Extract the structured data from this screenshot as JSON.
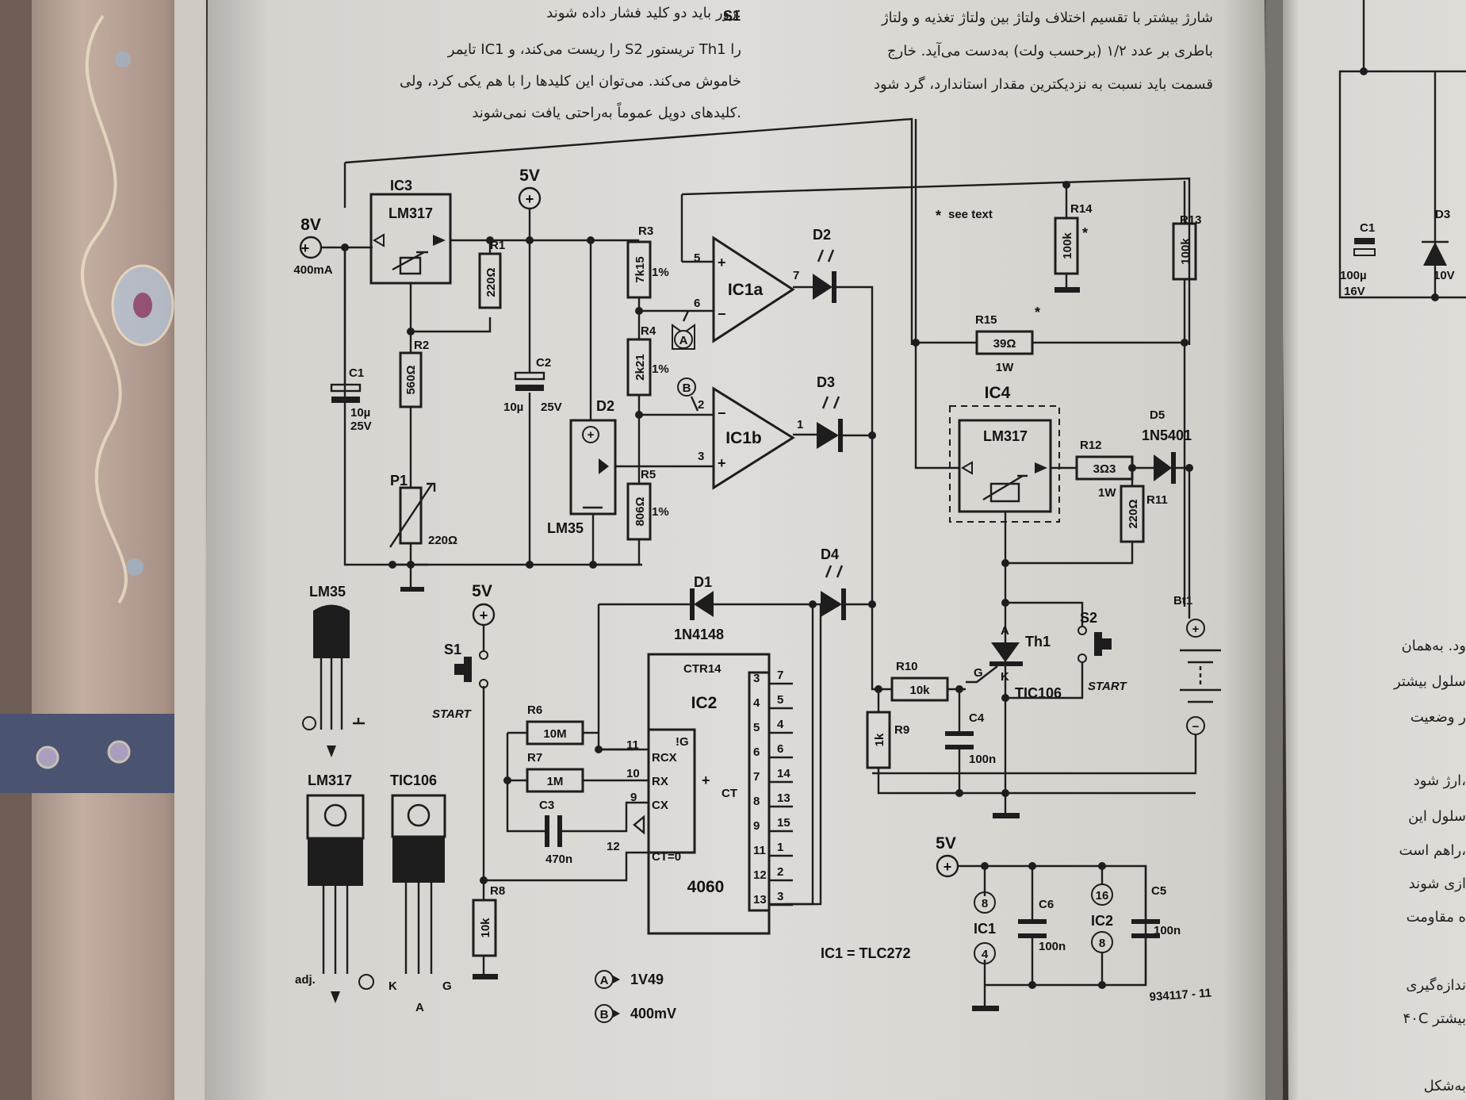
{
  "page": {
    "text_right_column": [
      "شارژ بیشتر با تقسیم اختلاف ولتاژ بین ولتاژ تغذیه و ولتاژ",
      "باطری بر عدد ۱/۲ (برحسب ولت) به‌دست می‌آید. خارج",
      "قسمت باید نسبت به نزدیکترین مقدار استاندارد، گرد شود"
    ],
    "text_left_column": [
      "تایمر IC1 را ریست می‌کند، و S2 تریستور Th1 را",
      "خاموش می‌کند. می‌توان این کلیدها را با هم یکی کرد، ولی",
      "کلیدهای دوپل عموماً به‌راحتی یافت نمی‌شوند."
    ],
    "text_left_head": "زور باید دو کلید فشار داده شوند:",
    "s1_fragment": "S1",
    "right_page_fragments": [
      "ود. به‌همان",
      "سلول بیشتر",
      "ر وضعیت",
      "ارژ شود،",
      "سلول این",
      "راهم است،",
      "ازی شوند",
      "ه مقاومت",
      "ندازه‌گیری",
      "۴۰C بیشتر",
      "به‌شکل"
    ]
  },
  "schematic": {
    "see_text": "see text",
    "supply_in": "8V",
    "supply_current": "400mA",
    "v5": "5V",
    "ic3": "IC3",
    "ic3_part": "LM317",
    "r1": "R1",
    "r1_val": "220Ω",
    "r2": "R2",
    "r2_val": "560Ω",
    "p1": "P1",
    "p1_val": "220Ω",
    "c1": "C1",
    "c1_val1": "10µ",
    "c1_val2": "25V",
    "c2": "C2",
    "c2_val1": "10µ",
    "c2_val2": "25V",
    "d2_sensor": "D2",
    "lm35": "LM35",
    "r3": "R3",
    "r3_val": "7k15",
    "r3_tol": "1%",
    "r4": "R4",
    "r4_val": "2k21",
    "r4_tol": "1%",
    "r5": "R5",
    "r5_val": "806Ω",
    "r5_tol": "1%",
    "ic1a": "IC1a",
    "ic1b": "IC1b",
    "pin5": "5",
    "pin6": "6",
    "pin7": "7",
    "pin2": "2",
    "pin3": "3",
    "pin1": "1",
    "plus": "+",
    "minus": "−",
    "node_a": "A",
    "node_b": "B",
    "led_d2": "D2",
    "led_d3": "D3",
    "led_d4": "D4",
    "r14": "R14",
    "r14_val": "100k",
    "r13": "R13",
    "r13_val": "100k",
    "r15": "R15",
    "r15_val": "39Ω",
    "r15_pw": "1W",
    "star": "*",
    "ic4": "IC4",
    "ic4_part": "LM317",
    "r12": "R12",
    "r12_val": "3Ω3",
    "r12_pw": "1W",
    "d5": "D5",
    "d5_part": "1N5401",
    "r11": "R11",
    "r11_val": "220Ω",
    "bt1": "Bt1",
    "d1": "D1",
    "d1_part": "1N4148",
    "s1": "S1",
    "s2": "S2",
    "start": "START",
    "r6": "R6",
    "r6_val": "10M",
    "r7": "R7",
    "r7_val": "1M",
    "c3": "C3",
    "c3_val": "470n",
    "r8": "R8",
    "r8_val": "10k",
    "ic2": "IC2",
    "ic2_part": "4060",
    "ctr14": "CTR14",
    "rcx": "RCX",
    "rx": "RX",
    "cx": "CX",
    "ct0": "CT=0",
    "ct": "CT",
    "notg": "!G",
    "ic2_in_pins": [
      "11",
      "10",
      "9",
      "12"
    ],
    "ic2_q_inner": [
      "3",
      "4",
      "5",
      "6",
      "7",
      "8",
      "9",
      "11",
      "12",
      "13"
    ],
    "ic2_q_outer": [
      "7",
      "5",
      "4",
      "6",
      "14",
      "13",
      "15",
      "1",
      "2",
      "3"
    ],
    "r10": "R10",
    "r10_val": "10k",
    "r9": "R9",
    "r9_val": "1k",
    "c4": "C4",
    "c4_val": "100n",
    "th1": "Th1",
    "th1_part": "TIC106",
    "th_a": "A",
    "th_k": "K",
    "th_g": "G",
    "ic1_eq": "IC1 = TLC272",
    "legend_a": "1V49",
    "legend_b": "400mV",
    "decoup_ic1": "IC1",
    "decoup_ic2": "IC2",
    "c6": "C6",
    "c6_val": "100n",
    "c5": "C5",
    "c5_val": "100n",
    "ic1_p8": "8",
    "ic1_p4": "4",
    "ic2_p16": "16",
    "ic2_p8": "8",
    "fig_id": "934117 - 11",
    "pkg_lm35": "LM35",
    "pkg_lm317": "LM317",
    "pkg_tic106": "TIC106",
    "pkg_adj": "adj.",
    "pkg_k": "K",
    "pkg_a": "A",
    "pkg_g": "G",
    "right_page_c1": "C1",
    "right_page_c1_val": "100µ",
    "right_page_c1_v": "16V",
    "right_page_d3": "D3",
    "right_page_d3_val": "10V"
  }
}
